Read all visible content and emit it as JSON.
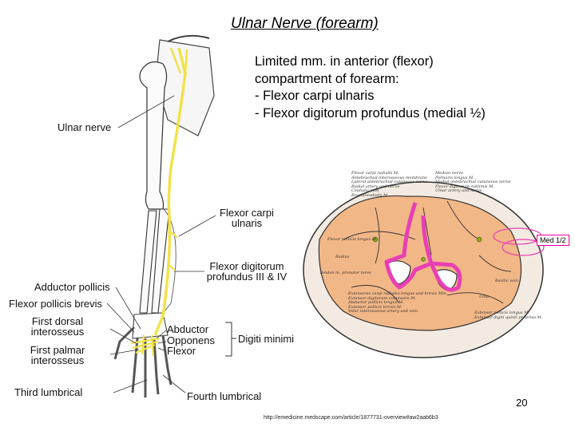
{
  "title": "Ulnar Nerve (forearm)",
  "body_lines": [
    "Limited mm. in anterior (flexor)",
    "compartment of forearm:",
    "-   Flexor carpi ulnaris",
    "-   Flexor digitorum profundus (medial ½)"
  ],
  "arm_labels": {
    "ulnar_nerve": "Ulnar nerve",
    "fcu_line1": "Flexor carpi",
    "fcu_line2": "ulnaris",
    "fdp_line1": "Flexor digitorum",
    "fdp_line2": "profundus III & IV",
    "adductor_pollicis": "Adductor pollicis",
    "flexor_pollicis_brevis": "Flexor pollicis brevis",
    "first_dorsal_line1": "First dorsal",
    "first_dorsal_line2": "interosseus",
    "first_palmar_line1": "First palmar",
    "first_palmar_line2": "interosseus",
    "third_lumbrical": "Third lumbrical",
    "fourth_lumbrical": "Fourth lumbrical",
    "abductor": "Abductor",
    "opponens": "Opponens",
    "flexor": "Flexor",
    "digiti_minimi": "Digiti minimi"
  },
  "cross_section_labels": {
    "med_half": "Med 1/2",
    "left": [
      "Flexor carpi radialis M.",
      "Antebrachial interosseous membrane",
      "Lateral antebrachial cutaneous nerve",
      "Radial artery and nerve",
      "Cephalic vein",
      "Brachioradialis M.",
      "Flexor pollicis longus M.",
      "Radius",
      "Tendon m. pronator teres",
      "Extensores carpi radiales longus and brevis Mm.",
      "Extensor digitorum communis M.",
      "Abductor pollicis longus M.",
      "Extensor pollicis brevis M.",
      "Volar interosseous artery and vein"
    ],
    "right": [
      "Median nerve",
      "Palmaris longus M.",
      "Medial antebrachial cutaneous nerve",
      "Flexor digitorum sublimis M.",
      "Ulnar artery and nerve",
      "Basilic vein",
      "Ulna",
      "Extensor pollicis longus M.",
      "Extensor digiti quinti proprius M."
    ]
  },
  "page_number": "20",
  "source_url": "http://emedicine.medscape.com/article/1877731-overview#aw2aab6b3",
  "colors": {
    "nerve": "#f2e24a",
    "highlight": "#e83fb5",
    "muscle_fill": "#f2b787",
    "bone": "#ffffff"
  }
}
